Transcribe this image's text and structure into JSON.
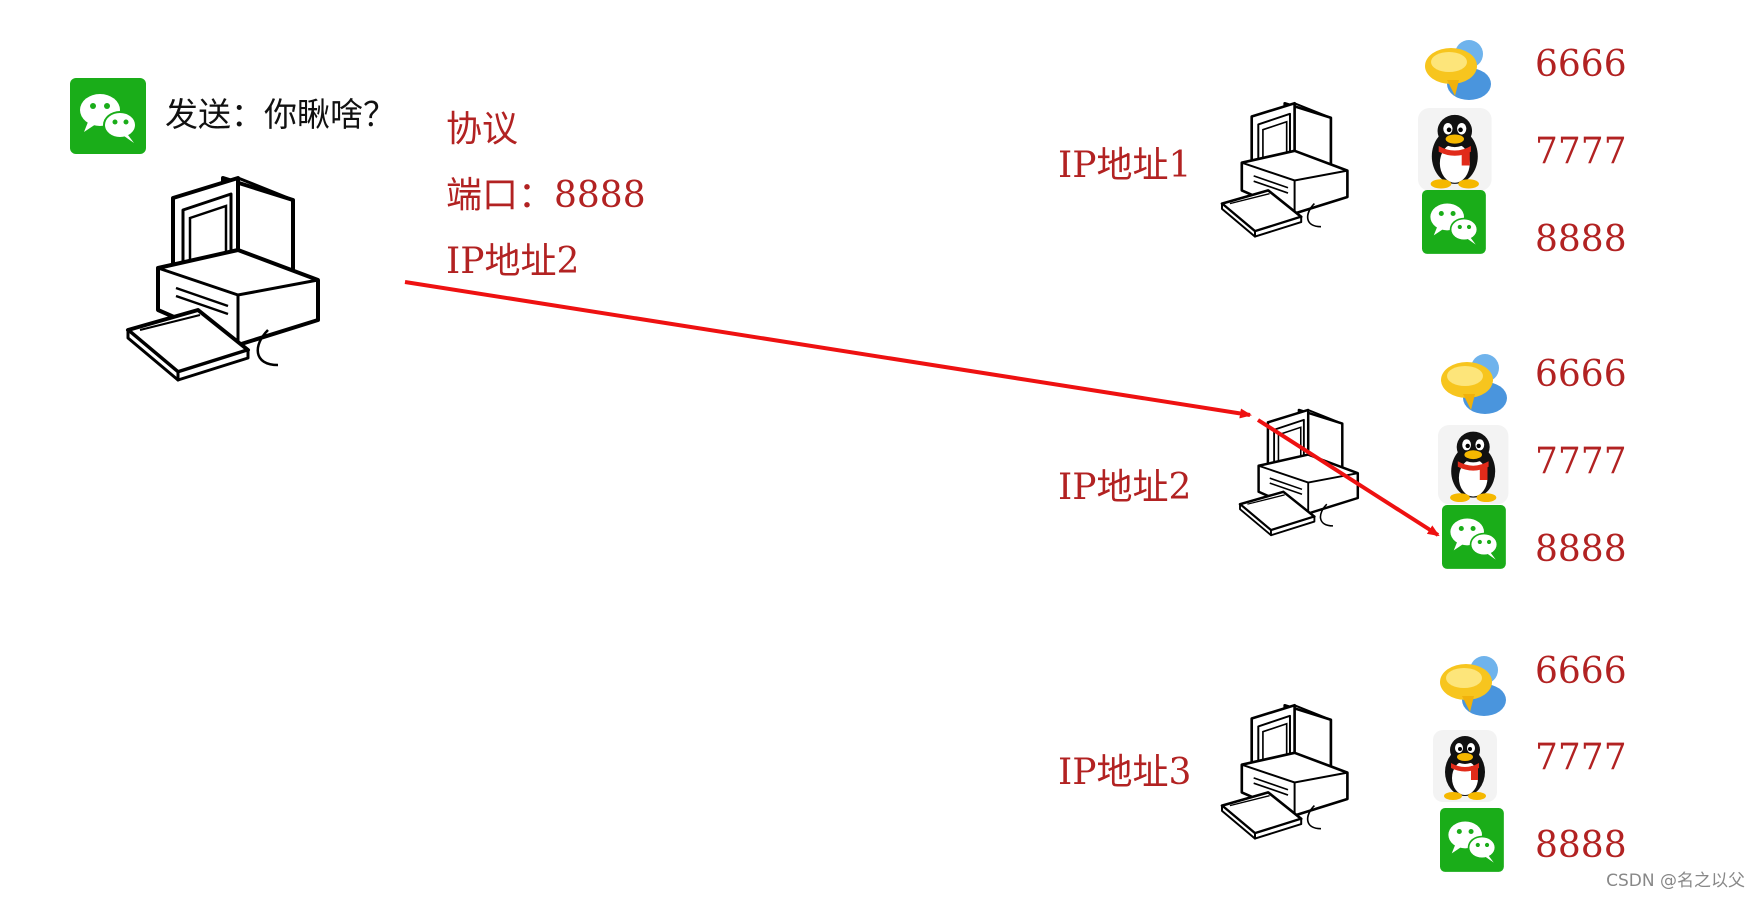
{
  "sender": {
    "message": "发送：你瞅啥？",
    "app_icon": "wechat-icon",
    "device_icon": "computer-icon"
  },
  "packet": {
    "protocol": "协议",
    "port": "端口：8888",
    "ip": "IP地址2"
  },
  "hosts": [
    {
      "ip_label": "IP地址1",
      "device_icon": "computer-icon",
      "apps": [
        {
          "icon": "bubble-chat-icon",
          "port": "6666"
        },
        {
          "icon": "qq-penguin-icon",
          "port": "7777"
        },
        {
          "icon": "wechat-icon",
          "port": "8888"
        }
      ]
    },
    {
      "ip_label": "IP地址2",
      "device_icon": "computer-icon",
      "apps": [
        {
          "icon": "bubble-chat-icon",
          "port": "6666"
        },
        {
          "icon": "qq-penguin-icon",
          "port": "7777"
        },
        {
          "icon": "wechat-icon",
          "port": "8888"
        }
      ]
    },
    {
      "ip_label": "IP地址3",
      "device_icon": "computer-icon",
      "apps": [
        {
          "icon": "bubble-chat-icon",
          "port": "6666"
        },
        {
          "icon": "qq-penguin-icon",
          "port": "7777"
        },
        {
          "icon": "wechat-icon",
          "port": "8888"
        }
      ]
    }
  ],
  "watermark": "CSDN @名之以父",
  "colors": {
    "accent": "#b22222",
    "arrow": "#ee1111",
    "wechat_green": "#1aad19"
  }
}
